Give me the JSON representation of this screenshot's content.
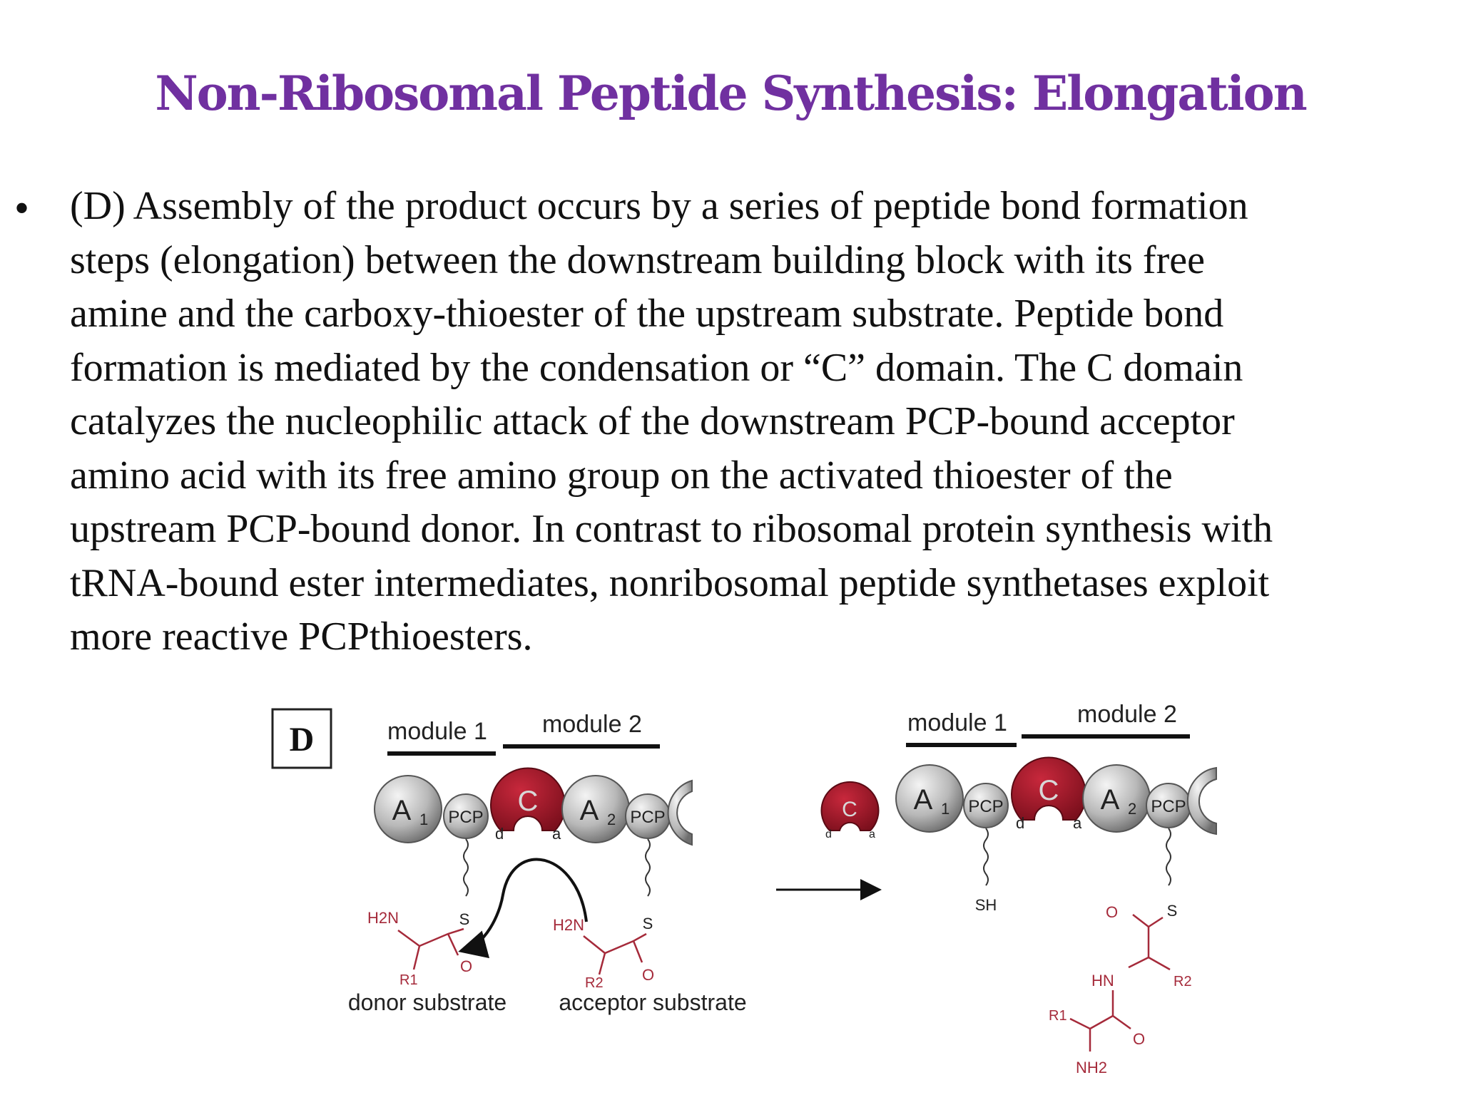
{
  "slide": {
    "title": "Non-Ribosomal Peptide Synthesis: Elongation",
    "bullet_glyph": "•",
    "body_lines": [
      "(D) Assembly of the product occurs by a series of peptide bond formation",
      "steps (elongation) between the downstream building block with its free",
      "amine and the carboxy-thioester of the upstream substrate. Peptide bond",
      "formation is mediated by the condensation or “C” domain. The C domain",
      "catalyzes the nucleophilic attack of the downstream PCP-bound acceptor",
      "amino acid with its free amino group on the activated thioester of the",
      "upstream PCP-bound donor. In contrast to ribosomal protein synthesis with",
      "tRNA-bound ester intermediates, nonribosomal peptide synthetases exploit",
      "more reactive PCPthioesters."
    ]
  },
  "figure": {
    "panel_label": "D",
    "left": {
      "module1": "module 1",
      "module2": "module 2",
      "domain_a1": "A",
      "domain_a1_sub": "1",
      "domain_pcp1": "PCP",
      "domain_c": "C",
      "site_d": "d",
      "site_a": "a",
      "domain_a2": "A",
      "domain_a2_sub": "2",
      "domain_pcp2": "PCP",
      "donor": {
        "amine": "H2N",
        "s": "S",
        "r": "R1",
        "o": "O",
        "caption": "donor substrate"
      },
      "acceptor": {
        "amine": "H2N",
        "s": "S",
        "r": "R2",
        "o": "O",
        "caption": "acceptor substrate"
      }
    },
    "middle": {
      "domain_c": "C",
      "site_d": "d",
      "site_a": "a"
    },
    "right": {
      "module1": "module 1",
      "module2": "module 2",
      "domain_a1": "A",
      "domain_a1_sub": "1",
      "domain_pcp1": "PCP",
      "domain_c": "C",
      "site_d": "d",
      "site_a": "a",
      "domain_a2": "A",
      "domain_a2_sub": "2",
      "domain_pcp2": "PCP",
      "sh": "SH",
      "product": {
        "o": "O",
        "s": "S",
        "hn": "HN",
        "r2": "R2",
        "r1": "R1",
        "o2": "O",
        "nh2": "NH2"
      }
    },
    "colors": {
      "title": "#7030a0",
      "c_domain": "#a01c2c",
      "chem": "#a52a3a",
      "domain_gray": "#b8b8b8"
    }
  }
}
